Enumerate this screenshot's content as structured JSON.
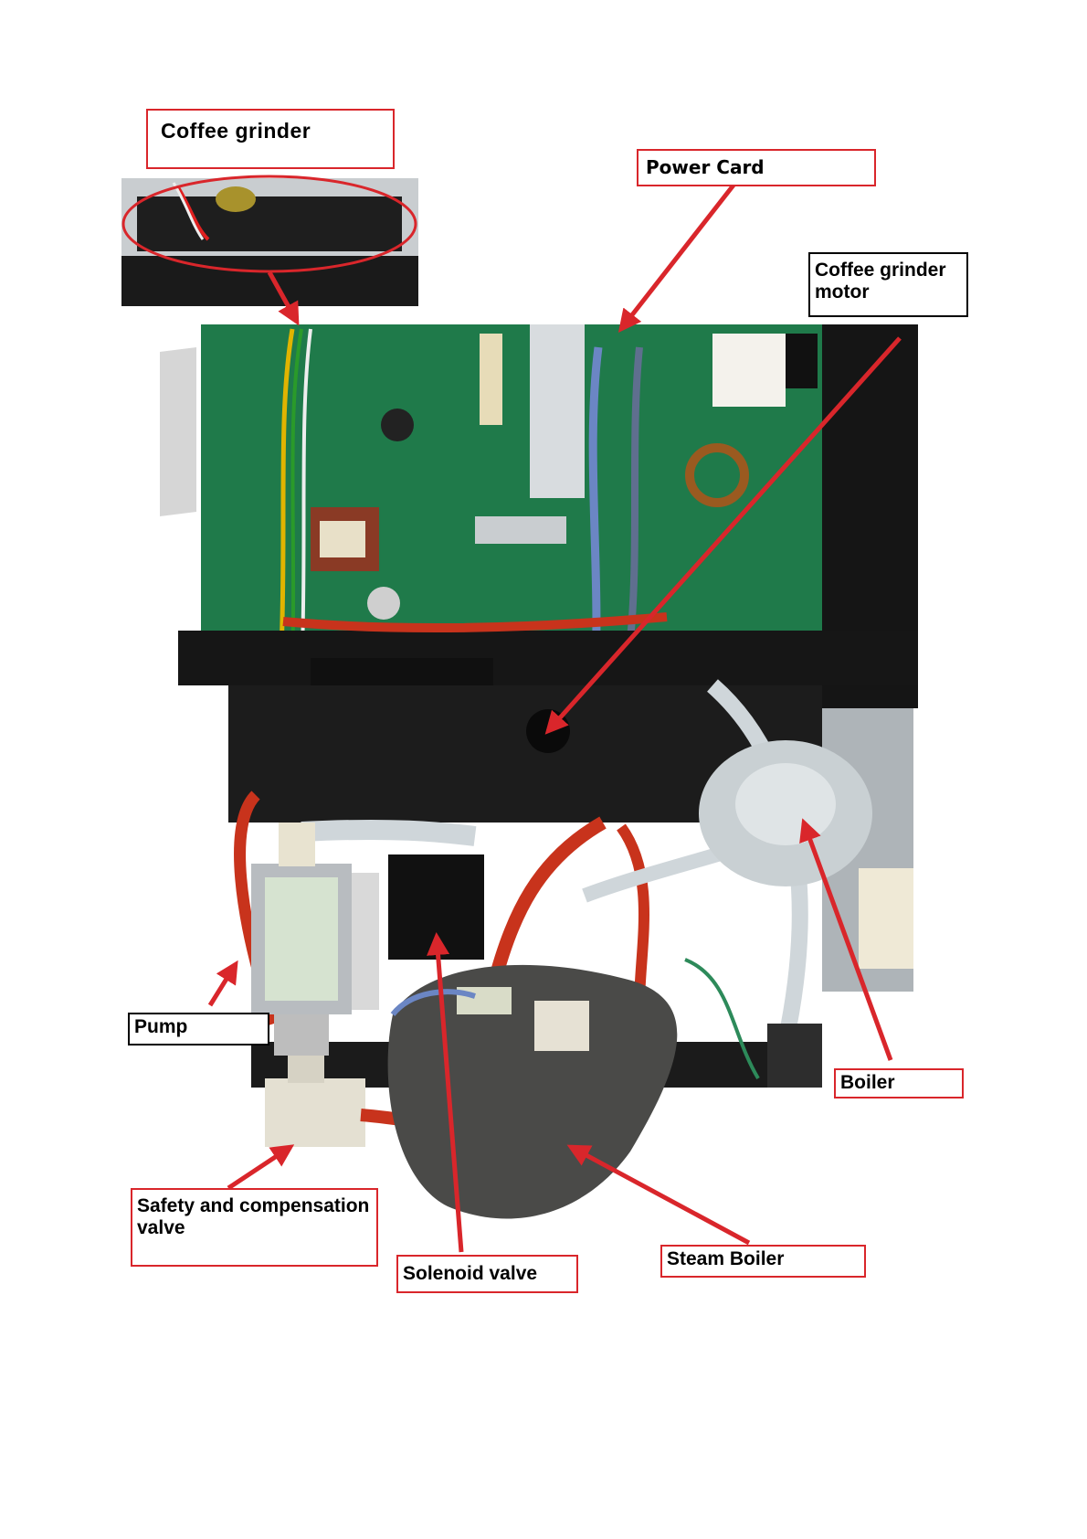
{
  "labels": {
    "coffee_grinder": "Coffee grinder",
    "power_card": "Power Card",
    "coffee_grinder_motor": "Coffee grinder\nmotor",
    "pump": "Pump",
    "boiler": "Boiler",
    "safety_valve": "Safety and compensation\nvalve",
    "solenoid_valve": "Solenoid valve",
    "steam_boiler": "Steam Boiler"
  },
  "colors": {
    "label_border": "#d9262b",
    "arrow": "#d9262b",
    "pcb": "#1f7a4a",
    "chassis": "#161616",
    "steam_boiler": "#4a4a48",
    "pump_body": "#b8bcc0",
    "tubing": "#cfd6da"
  }
}
